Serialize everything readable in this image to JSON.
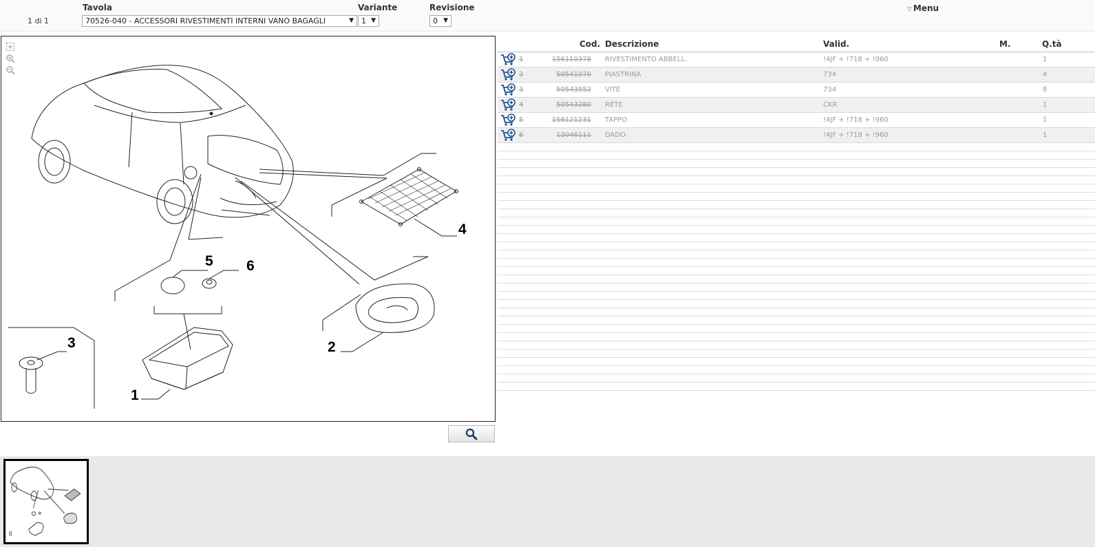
{
  "header": {
    "pager": "1 di 1",
    "tavola_label": "Tavola",
    "tavola_value": "70526-040 - ACCESSORI RIVESTIMENTI INTERNI VANO BAGAGLI",
    "variante_label": "Variante",
    "variante_value": "1",
    "revisione_label": "Revisione",
    "revisione_value": "0",
    "menu_label": "Menu"
  },
  "drawing": {
    "tools": [
      "fit-icon",
      "zoom-in-icon",
      "zoom-out-icon"
    ],
    "callouts": [
      "1",
      "2",
      "3",
      "4",
      "5",
      "6"
    ]
  },
  "parts_table": {
    "columns": {
      "code": "Cod.",
      "description": "Descrizione",
      "validity": "Valid.",
      "m": "M.",
      "qty": "Q.tà"
    },
    "rows": [
      {
        "num": "1",
        "code": "156110378",
        "description": "RIVESTIMENTO ABBELL.",
        "validity": "!4JF + !718 + !960",
        "qty": "1"
      },
      {
        "num": "2",
        "code": "50541070",
        "description": "PIASTRINA",
        "validity": "734",
        "qty": "4"
      },
      {
        "num": "3",
        "code": "50543552",
        "description": "VITE",
        "validity": "734",
        "qty": "8"
      },
      {
        "num": "4",
        "code": "50543280",
        "description": "RETE",
        "validity": "CKR",
        "qty": "1"
      },
      {
        "num": "5",
        "code": "156121231",
        "description": "TAPPO",
        "validity": "!4JF + !718 + !960",
        "qty": "1"
      },
      {
        "num": "6",
        "code": "13046111",
        "description": "DADO",
        "validity": "!4JF + !718 + !960",
        "qty": "1"
      }
    ]
  },
  "colors": {
    "cart_icon": "#1f4f8a",
    "border": "#222222",
    "muted_text": "#9a9a9a"
  }
}
